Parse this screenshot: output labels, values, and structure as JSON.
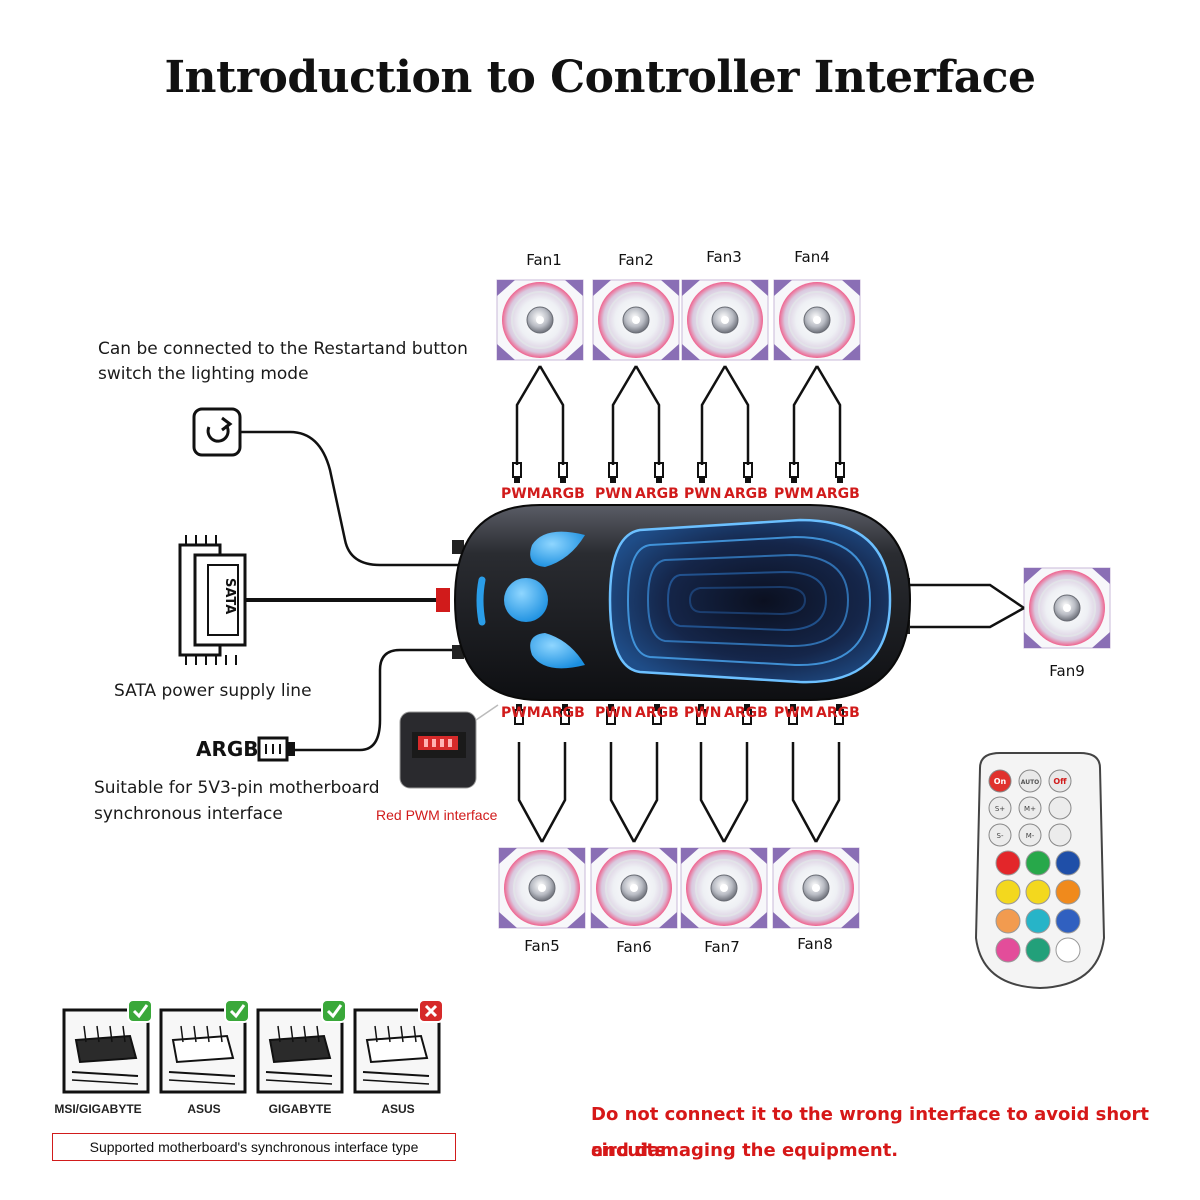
{
  "title": "Introduction to Controller Interface",
  "annotations": {
    "restart_line1": "Can be connected to the Restartand button",
    "restart_line2": "switch the lighting mode",
    "sata_label": "SATA power supply line",
    "sata_connector_text": "SATA",
    "argb_label": "ARGB",
    "argb_desc_line1": "Suitable for 5V3-pin motherboard",
    "argb_desc_line2": "synchronous interface",
    "red_pwm": "Red PWM interface"
  },
  "fans_top": [
    "Fan1",
    "Fan2",
    "Fan3",
    "Fan4"
  ],
  "fans_bottom": [
    "Fan5",
    "Fan6",
    "Fan7",
    "Fan8"
  ],
  "fan_right": "Fan9",
  "pin_labels": {
    "top": [
      "PWM",
      "ARGB",
      "PWN",
      "ARGB",
      "PWN",
      "ARGB",
      "PWM",
      "ARGB"
    ],
    "bottom": [
      "PWM",
      "ARGB",
      "PWN",
      "ARGB",
      "PWN",
      "ARGB",
      "PWM",
      "ARGB"
    ]
  },
  "motherboards": [
    {
      "label": "MSI/GIGABYTE",
      "supported": true
    },
    {
      "label": "ASUS",
      "supported": true
    },
    {
      "label": "GIGABYTE",
      "supported": true
    },
    {
      "label": "ASUS",
      "supported": false
    }
  ],
  "support_caption": "Supported motherboard's synchronous interface type",
  "warning_line1": "Do not connect it to the wrong interface to avoid short circuits",
  "warning_line2": "and damaging the equipment.",
  "remote": {
    "buttons_top": [
      "On",
      "AUTO",
      "Off"
    ],
    "buttons_row2": [
      "S+",
      "M+",
      ""
    ],
    "buttons_row3": [
      "S-",
      "M-",
      ""
    ],
    "colors": [
      "#e3262a",
      "#27a84a",
      "#1f4fa8",
      "#f3d81e",
      "#f3d81e",
      "#f08a1c",
      "#f29b4f",
      "#27b4c8",
      "#3060c0",
      "#e34d9a",
      "#22a07a",
      "#ffffff"
    ]
  },
  "colors": {
    "accent_red": "#d11b1b",
    "led_blue": "#2a9de8"
  }
}
